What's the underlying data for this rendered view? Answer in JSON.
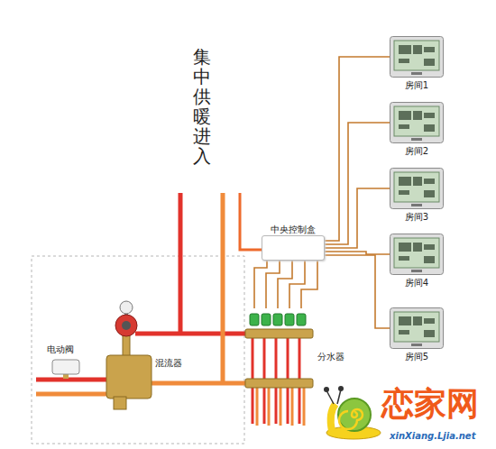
{
  "diagram": {
    "nodes": [
      {
        "text": [
          "中央控制盒"
        ]
      },
      {
        "text": [
          "房间1"
        ]
      },
      {
        "text": [
          "房间2"
        ]
      },
      {
        "text": [
          "房间3"
        ]
      },
      {
        "text": [
          "房间4"
        ]
      },
      {
        "text": [
          "房间5"
        ]
      },
      {
        "text": [
          "分水器"
        ]
      }
    ],
    "edges": [
      {
        "from": 0,
        "to": 1,
        "arrow": "none"
      },
      {
        "from": 0,
        "to": 2,
        "arrow": "none"
      },
      {
        "from": 0,
        "to": 3,
        "arrow": "none"
      },
      {
        "from": 0,
        "to": 4,
        "arrow": "none"
      },
      {
        "from": 0,
        "to": 5,
        "arrow": "none"
      },
      {
        "from": 0,
        "to": 6,
        "arrow": "none"
      },
      {
        "from": 0,
        "to": 6,
        "arrow": "none"
      },
      {
        "from": 0,
        "to": 6,
        "arrow": "none"
      },
      {
        "from": 0,
        "to": 6,
        "arrow": "none"
      },
      {
        "from": 0,
        "to": 6,
        "arrow": "none"
      }
    ],
    "labels": [
      "集中供暖进入",
      "电动阀",
      "混流器",
      "恋家网",
      "xinXiang.Ljia.net"
    ]
  }
}
